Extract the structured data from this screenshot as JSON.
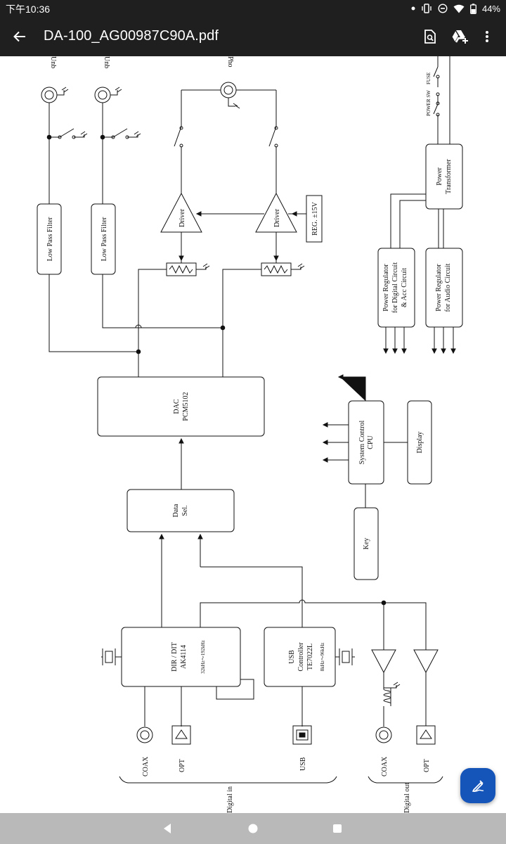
{
  "status_bar": {
    "time": "下午10:36",
    "battery": "44%"
  },
  "app_bar": {
    "title": "DA-100_AG00987C90A.pdf"
  },
  "diagram": {
    "outputs_top": [
      "Unb",
      "Unb",
      "Pho"
    ],
    "power_sw": "POWER SW",
    "fuse": "FUSE",
    "lpf1": "Low Pass Filter",
    "lpf2": "Low Pass Filter",
    "driver1": "Driver",
    "driver2": "Driver",
    "reg": "REG. ±15V",
    "transformer_l1": "Power",
    "transformer_l2": "Transformer",
    "reg_digital_l1": "Power Regulator",
    "reg_digital_l2": "for Digital Circuit",
    "reg_digital_l3": "& Acc Circuit",
    "reg_audio_l1": "Power Regulator",
    "reg_audio_l2": "for Audio Circuit",
    "dac_l1": "DAC",
    "dac_l2": "PCM5102",
    "cpu_l1": "System Control",
    "cpu_l2": "CPU",
    "display": "Display",
    "datasel_l1": "Data",
    "datasel_l2": "Sel.",
    "key": "Key",
    "dir_l1": "DIR / DIT",
    "dir_l2": "AK4114",
    "dir_l3": "32kHz～192kHz",
    "usb_l1": "USB",
    "usb_l2": "Controller",
    "usb_l3": "TE7022L",
    "usb_l4": "8kHz～96kHz",
    "in_coax": "COAX",
    "in_opt": "OPT",
    "in_usb": "USB",
    "out_coax": "COAX",
    "out_opt": "OPT",
    "group_in": "Digital in",
    "group_out": "Digital out"
  }
}
